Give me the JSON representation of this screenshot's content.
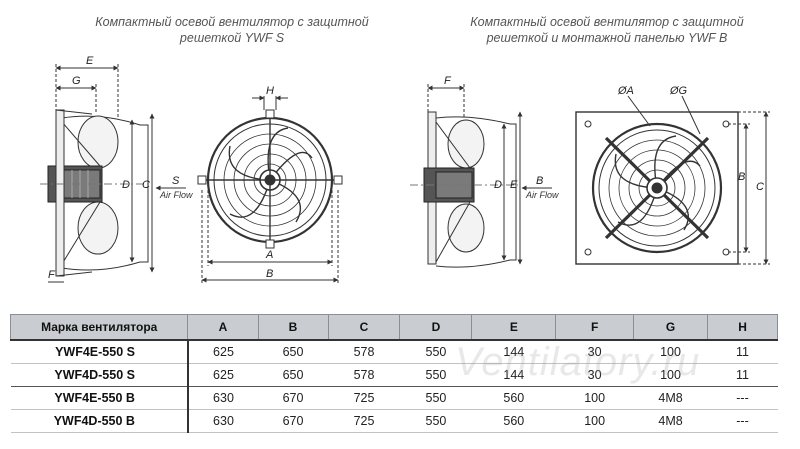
{
  "captions": {
    "left": {
      "line1": "Компактный осевой вентилятор с защитной",
      "line2": "решеткой YWF S"
    },
    "right": {
      "line1": "Компактный осевой вентилятор с защитной",
      "line2": "решеткой и монтажной панелью YWF B"
    }
  },
  "drawing_labels": {
    "left_side": {
      "e": "E",
      "g": "G",
      "f": "F",
      "d": "D",
      "c": "C",
      "s": "S",
      "airflow": "Air Flow"
    },
    "left_front": {
      "h": "H",
      "a": "A",
      "b": "B"
    },
    "right_side": {
      "f": "F",
      "d": "D",
      "e": "E",
      "b": "B",
      "airflow": "Air Flow"
    },
    "right_front": {
      "oa": "ØA",
      "og": "ØG",
      "b": "B",
      "c": "C"
    }
  },
  "table": {
    "headers": [
      "Марка вентилятора",
      "A",
      "B",
      "C",
      "D",
      "E",
      "F",
      "G",
      "H"
    ],
    "rows": [
      [
        "YWF4E-550 S",
        "625",
        "650",
        "578",
        "550",
        "144",
        "30",
        "100",
        "11"
      ],
      [
        "YWF4D-550 S",
        "625",
        "650",
        "578",
        "550",
        "144",
        "30",
        "100",
        "11"
      ],
      [
        "YWF4E-550 B",
        "630",
        "670",
        "725",
        "550",
        "560",
        "100",
        "4M8",
        "---"
      ],
      [
        "YWF4D-550 B",
        "630",
        "670",
        "725",
        "550",
        "560",
        "100",
        "4M8",
        "---"
      ]
    ]
  },
  "watermark": "Ventilatory.ru"
}
